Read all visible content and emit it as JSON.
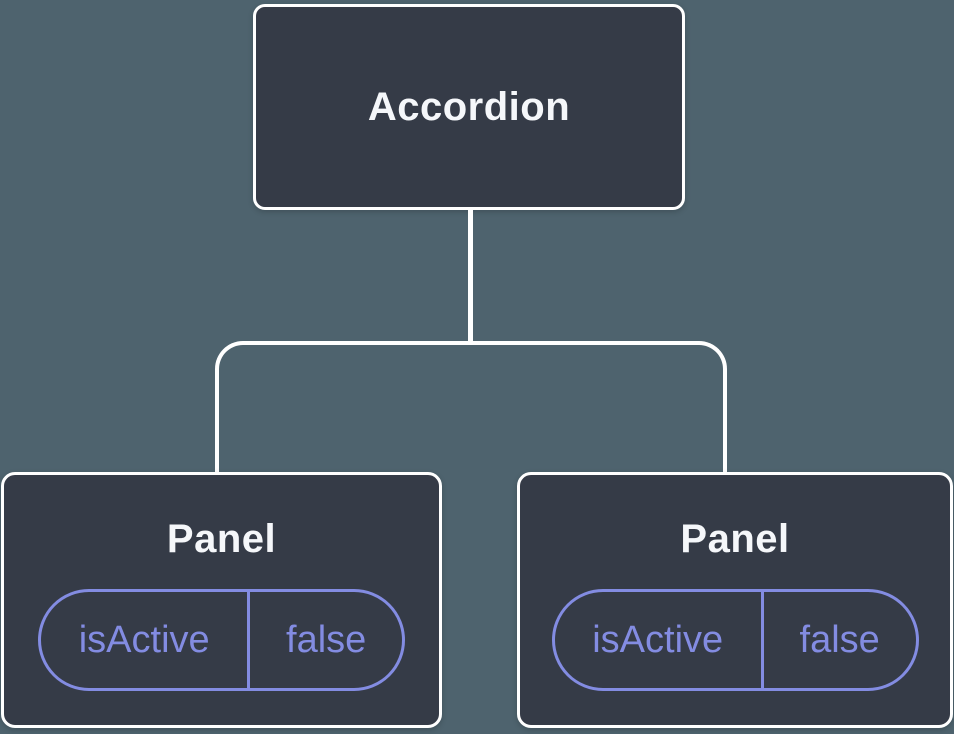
{
  "diagram": {
    "root": {
      "label": "Accordion"
    },
    "children": [
      {
        "label": "Panel",
        "state": {
          "key": "isActive",
          "value": "false"
        }
      },
      {
        "label": "Panel",
        "state": {
          "key": "isActive",
          "value": "false"
        }
      }
    ]
  },
  "colors": {
    "background": "#4E636E",
    "node_fill": "#353B47",
    "node_border": "#FFFFFF",
    "connector": "#FFFFFF",
    "node_text": "#F5F7FA",
    "state_accent": "#838CE2"
  }
}
